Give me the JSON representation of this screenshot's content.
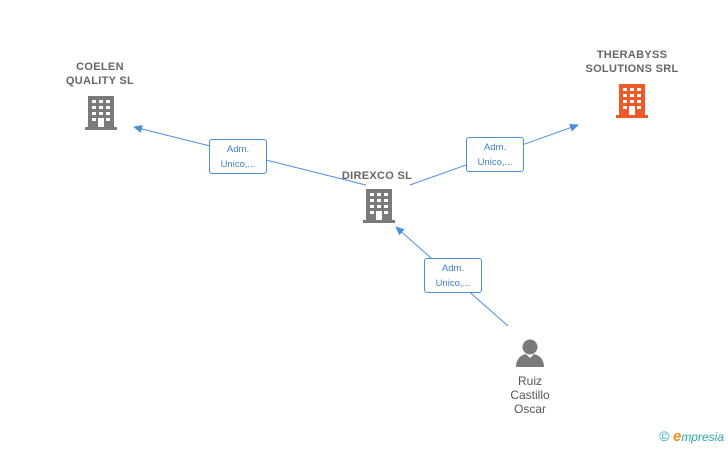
{
  "nodes": {
    "coelen": {
      "line1": "COELEN",
      "line2": "QUALITY  SL"
    },
    "therabyss": {
      "line1": "THERABYSS",
      "line2": "SOLUTIONS SRL"
    },
    "direxco": {
      "line1": "DIREXCO SL"
    },
    "person": {
      "line1": "Ruiz",
      "line2": "Castillo",
      "line3": "Oscar"
    }
  },
  "edges": [
    {
      "line1": "Adm.",
      "line2": "Unico,..."
    },
    {
      "line1": "Adm.",
      "line2": "Unico,..."
    },
    {
      "line1": "Adm.",
      "line2": "Unico,..."
    }
  ],
  "brand": {
    "copyright": "©",
    "initial": "e",
    "name": "mpresia"
  },
  "colors": {
    "edge": "#4a90d9",
    "company_icon": "#7a7a7a",
    "highlight_icon": "#f05a28",
    "person_icon": "#7a7a7a"
  },
  "icons": {
    "coelen": "building-icon",
    "therabyss": "building-icon",
    "direxco": "building-icon",
    "person": "person-icon"
  }
}
